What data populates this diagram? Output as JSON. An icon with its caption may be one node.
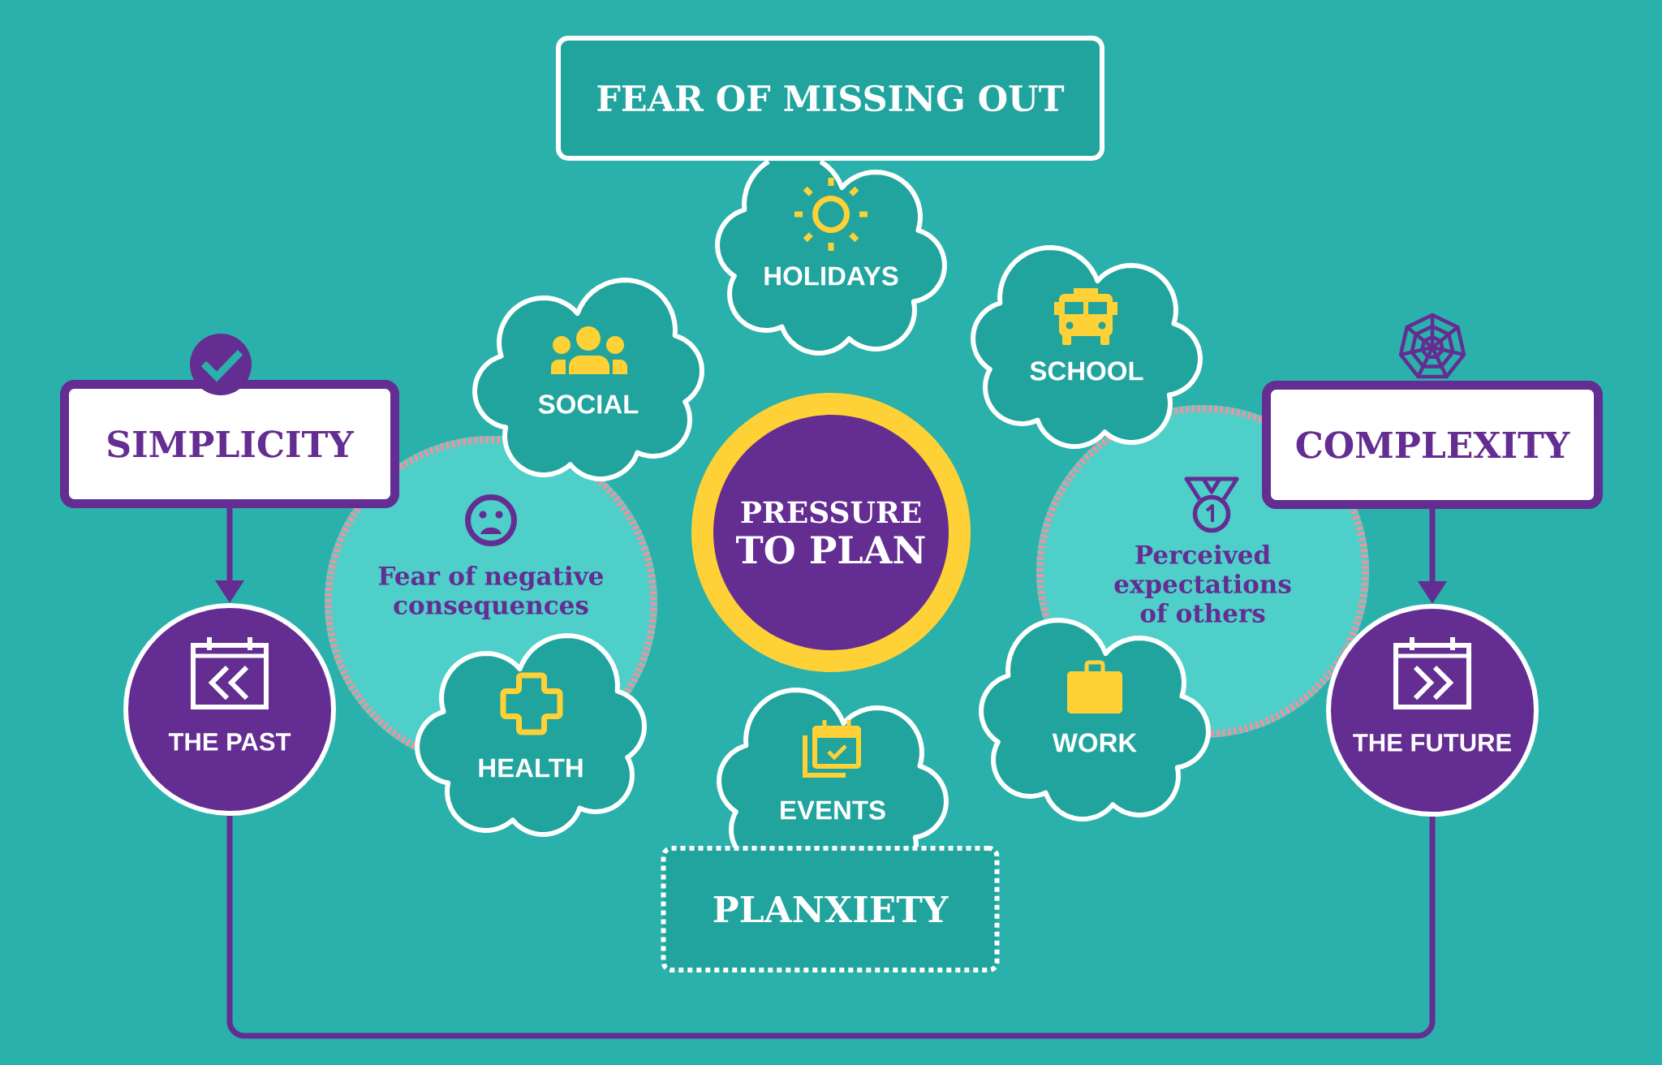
{
  "diagram": {
    "nodes": [
      {
        "text": [
          "FEAR OF MISSING OUT"
        ]
      },
      {
        "text": [
          "HOLIDAYS"
        ]
      },
      {
        "text": [
          "SOCIAL"
        ]
      },
      {
        "text": [
          "SCHOOL"
        ]
      },
      {
        "text": [
          "SIMPLICITY"
        ]
      },
      {
        "text": [
          "COMPLEXITY"
        ]
      },
      {
        "text": [
          "Fear of negative consequences"
        ]
      },
      {
        "text": [
          "PRESSURE",
          "TO PLAN"
        ]
      },
      {
        "text": [
          "Perceived expectations of others"
        ]
      },
      {
        "text": [
          "THE PAST"
        ]
      },
      {
        "text": [
          "THE FUTURE"
        ]
      },
      {
        "text": [
          "HEALTH"
        ]
      },
      {
        "text": [
          "EVENTS"
        ]
      },
      {
        "text": [
          "WORK"
        ]
      },
      {
        "text": [
          "PLANXIETY"
        ]
      }
    ],
    "edges": [
      {
        "from": 4,
        "to": 9,
        "arrow": "to"
      },
      {
        "from": 5,
        "to": 10,
        "arrow": "to"
      },
      {
        "from": 9,
        "to": 10,
        "arrow": "none"
      }
    ]
  }
}
